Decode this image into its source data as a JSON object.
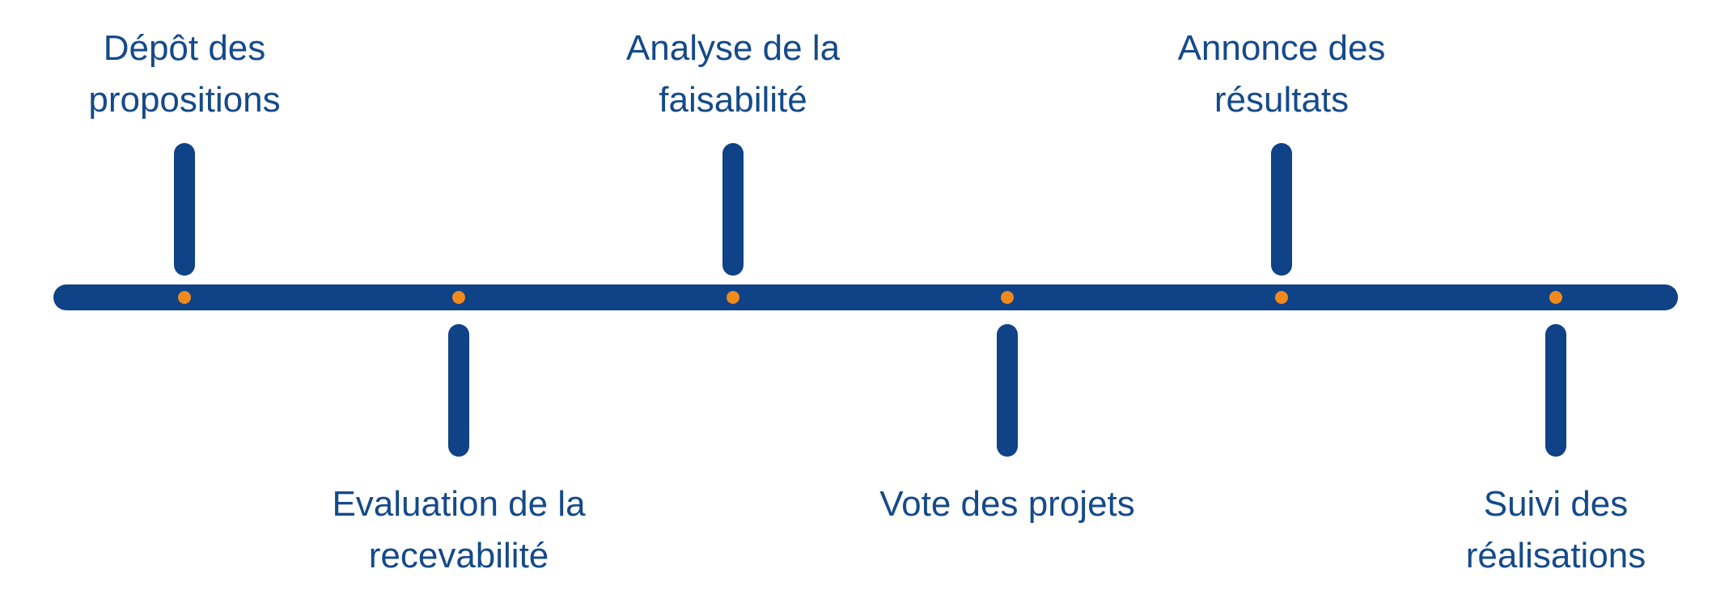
{
  "colors": {
    "line": "#0f4286",
    "marker": "#f08a1c",
    "text": "#154a8a"
  },
  "steps": [
    {
      "lines": [
        "Dépôt des",
        "propositions"
      ],
      "side": "top"
    },
    {
      "lines": [
        "Evaluation de la",
        "recevabilité"
      ],
      "side": "bottom"
    },
    {
      "lines": [
        "Analyse de la",
        "faisabilité"
      ],
      "side": "top"
    },
    {
      "lines": [
        "Vote des projets"
      ],
      "side": "bottom"
    },
    {
      "lines": [
        "Annonce des",
        "résultats"
      ],
      "side": "top"
    },
    {
      "lines": [
        "Suivi des",
        "réalisations"
      ],
      "side": "bottom"
    }
  ]
}
